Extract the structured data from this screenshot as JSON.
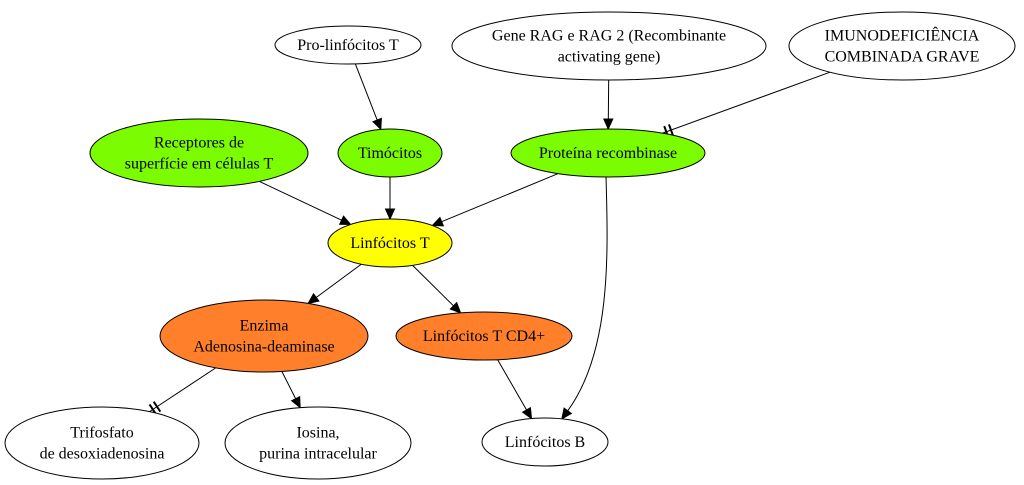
{
  "colors": {
    "green": "#7cfc00",
    "yellow": "#ffff00",
    "orange": "#ff7f2a",
    "white": "#ffffff",
    "stroke": "#000000"
  },
  "nodes": {
    "pro_linfocitos": {
      "lines": [
        "Pro-linfócitos T"
      ],
      "color": "white"
    },
    "gene_rag": {
      "lines": [
        "Gene RAG e RAG 2 (Recombinante",
        "activating gene)"
      ],
      "color": "white"
    },
    "imunodeficiencia": {
      "lines": [
        "IMUNODEFICIÊNCIA",
        "COMBINADA GRAVE"
      ],
      "color": "white"
    },
    "receptores": {
      "lines": [
        "Receptores de",
        "superfície em células T"
      ],
      "color": "green"
    },
    "timocitos": {
      "lines": [
        "Timócitos"
      ],
      "color": "green"
    },
    "proteina": {
      "lines": [
        "Proteína recombinase"
      ],
      "color": "green"
    },
    "linfocitos_t": {
      "lines": [
        "Linfócitos T"
      ],
      "color": "yellow"
    },
    "enzima": {
      "lines": [
        "Enzima",
        "Adenosina-deaminase"
      ],
      "color": "orange"
    },
    "cd4": {
      "lines": [
        "Linfócitos T CD4+"
      ],
      "color": "orange"
    },
    "trifosfato": {
      "lines": [
        "Trifosfato",
        "de desoxiadenosina"
      ],
      "color": "white"
    },
    "iosina": {
      "lines": [
        "Iosina,",
        "purina intracelular"
      ],
      "color": "white"
    },
    "linfocitos_b": {
      "lines": [
        "Linfócitos B"
      ],
      "color": "white"
    }
  },
  "edges": [
    {
      "from": "pro_linfocitos",
      "to": "timocitos",
      "type": "arrow"
    },
    {
      "from": "gene_rag",
      "to": "proteina",
      "type": "arrow"
    },
    {
      "from": "imunodeficiencia",
      "to": "proteina",
      "type": "inhibition"
    },
    {
      "from": "receptores",
      "to": "linfocitos_t",
      "type": "arrow"
    },
    {
      "from": "timocitos",
      "to": "linfocitos_t",
      "type": "arrow"
    },
    {
      "from": "proteina",
      "to": "linfocitos_t",
      "type": "arrow"
    },
    {
      "from": "proteina",
      "to": "linfocitos_b",
      "type": "arrow"
    },
    {
      "from": "linfocitos_t",
      "to": "enzima",
      "type": "arrow"
    },
    {
      "from": "linfocitos_t",
      "to": "cd4",
      "type": "arrow"
    },
    {
      "from": "enzima",
      "to": "trifosfato",
      "type": "inhibition"
    },
    {
      "from": "enzima",
      "to": "iosina",
      "type": "arrow"
    },
    {
      "from": "cd4",
      "to": "linfocitos_b",
      "type": "arrow"
    }
  ]
}
